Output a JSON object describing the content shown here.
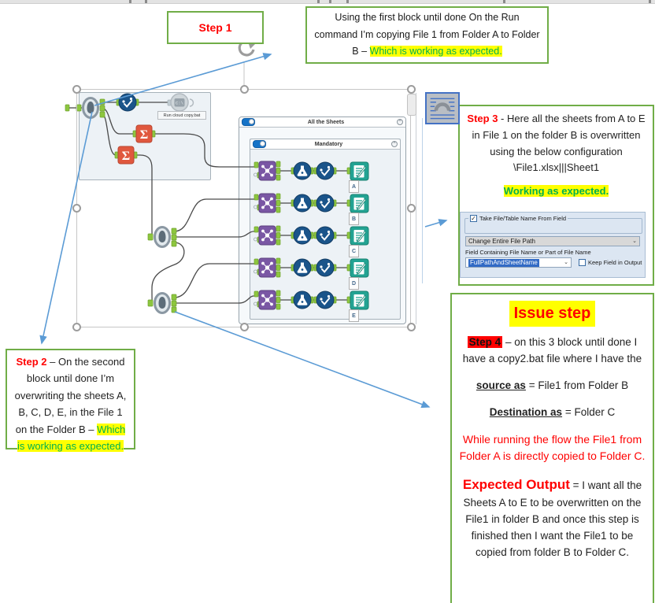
{
  "step1": {
    "label": "Step 1"
  },
  "top_note": {
    "text": "Using the first block until done On the Run command I’m copying File 1 from Folder A to Folder B – ",
    "highlight": "Which is working as expected."
  },
  "step2": {
    "label": "Step 2",
    "text": " – On the second block until done I’m overwriting the sheets A, B, C, D, E, in the File 1 on the Folder B – ",
    "highlight": "Which is working as expected."
  },
  "step3": {
    "label": "Step 3",
    "text": " - Here all the sheets from A to E in File 1 on the folder B is overwritten using the below configuration \\File1.xlsx|||Sheet1",
    "highlight": "Working as expected."
  },
  "config_panel": {
    "take_file_checkbox": "Take File/Table Name From Field",
    "mode_dropdown": "Change Entire File Path",
    "field_label": "Field Containing File Name or Part of File Name",
    "field_dropdown": "FullPathAndSheetName",
    "keep_field_checkbox": "Keep Field in Output"
  },
  "issue": {
    "title": "Issue step",
    "step4_label": "Step 4",
    "step4_text": " – on this 3 block until done I have a copy2.bat file where I have the",
    "source_label": "source as",
    "source_value": " = File1 from Folder B",
    "destination_label": "Destination as",
    "destination_value": " = Folder C",
    "warning": "While running the flow the File1 from Folder A is directly copied to Folder C.",
    "expected_label": "Expected Output",
    "expected_text": " = I want all the Sheets A to E to be overwritten on the File1 in folder B and once this step is finished then I want the File1 to be copied from folder B to Folder C."
  },
  "workflow": {
    "outer_container": "All the Sheets",
    "inner_container": "Mandatory",
    "run_command_label": "Run cloud copy.bat",
    "sheet_labels": [
      "A",
      "B",
      "C",
      "D",
      "E"
    ]
  },
  "colors": {
    "annotation_green": "#70AD47",
    "highlight_yellow": "#FFFF00",
    "text_red": "#FF0000",
    "highlight_green_text": "#00B050",
    "arrow_blue": "#5B9BD5",
    "join_purple": "#7A57A4",
    "summarize_orange": "#E0583E",
    "formula_blue": "#1A548A",
    "output_teal": "#23A393"
  }
}
